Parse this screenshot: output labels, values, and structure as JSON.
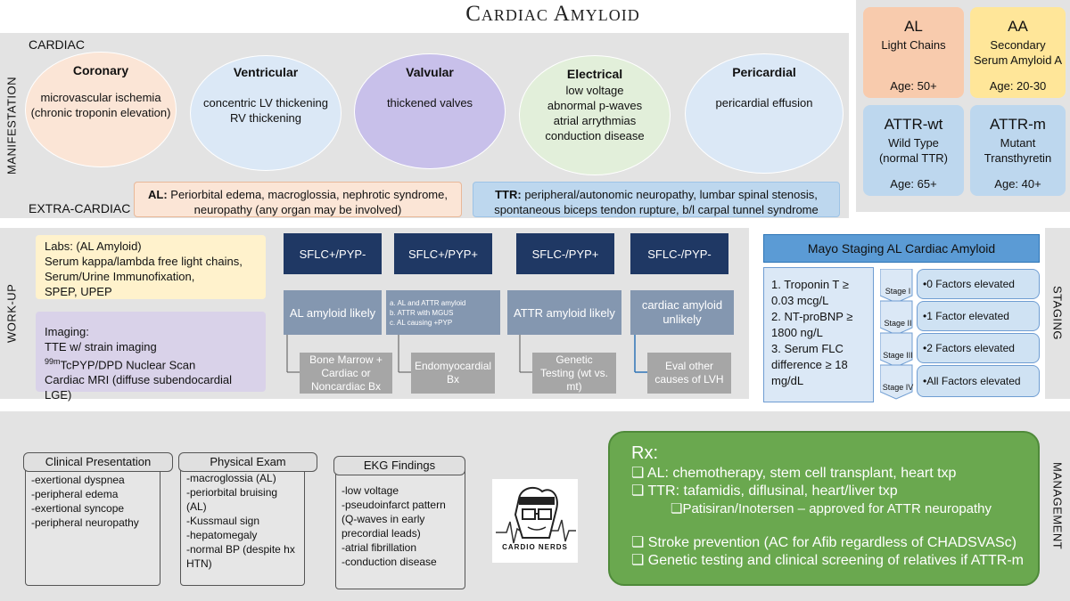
{
  "title": "Cardiac Amyloid",
  "manifestation": {
    "side_label": "MANIFESTATION",
    "cardiac_label": "CARDIAC",
    "extra_label": "EXTRA-CARDIAC",
    "ellipses": [
      {
        "title": "Coronary",
        "lines": [
          "microvascular ischemia",
          "(chronic troponin elevation)"
        ],
        "color": "#fbe5d6"
      },
      {
        "title": "Ventricular",
        "lines": [
          "concentric LV thickening",
          "RV thickening"
        ],
        "color": "#dbe8f6"
      },
      {
        "title": "Valvular",
        "lines": [
          "thickened valves"
        ],
        "color": "#c8c0ea"
      },
      {
        "title": "Electrical",
        "lines": [
          "low voltage",
          "abnormal p-waves",
          "atrial arrythmias",
          "conduction disease"
        ],
        "color": "#e2efda"
      },
      {
        "title": "Pericardial",
        "lines": [
          "pericardial effusion"
        ],
        "color": "#dbe8f6"
      }
    ],
    "al_note": {
      "bold": "AL:",
      "text1": " Periorbital edema, macroglossia, nephrotic syndrome,",
      "text2": "neuropathy (any organ may be involved)"
    },
    "ttr_note": {
      "bold": "TTR:",
      "text1": " peripheral/autonomic neuropathy, lumbar spinal stenosis,",
      "text2": "spontaneous biceps tendon rupture, b/l carpal tunnel syndrome"
    }
  },
  "types": [
    {
      "name": "AL",
      "sub1": "Light Chains",
      "sub2": "",
      "age": "Age: 50+",
      "color": "#f8cbad"
    },
    {
      "name": "AA",
      "sub1": "Secondary",
      "sub2": "Serum Amyloid A",
      "age": "Age: 20-30",
      "color": "#ffe699"
    },
    {
      "name": "ATTR-wt",
      "sub1": "Wild Type",
      "sub2": "(normal TTR)",
      "age": "Age: 65+",
      "color": "#bdd7ee"
    },
    {
      "name": "ATTR-m",
      "sub1": "Mutant",
      "sub2": "Transthyretin",
      "age": "Age: 40+",
      "color": "#bdd7ee"
    }
  ],
  "workup": {
    "side_label": "WORK-UP",
    "labs": {
      "title": "Labs:",
      "title_rest": " (AL Amyloid)",
      "lines": [
        "Serum kappa/lambda free light chains,",
        "Serum/Urine Immunofixation,",
        "SPEP, UPEP"
      ]
    },
    "imaging": {
      "title": "Imaging:",
      "line1": "TTE w/ strain imaging",
      "sup": "99m",
      "line2": "TcPYP/DPD Nuclear Scan",
      "line3": "Cardiac MRI (diffuse subendocardial LGE)"
    },
    "columns": [
      {
        "test": "SFLC+/PYP-",
        "result": "AL amyloid likely",
        "next": "Bone Marrow + Cardiac or Noncardiac Bx"
      },
      {
        "test": "SFLC+/PYP+",
        "result_list": [
          "a. AL and ATTR amyloid",
          "b. ATTR with MGUS",
          "c. AL causing +PYP"
        ],
        "next": "Endomyocardial Bx"
      },
      {
        "test": "SFLC-/PYP+",
        "result": "ATTR amyloid likely",
        "next": "Genetic Testing (wt vs. mt)"
      },
      {
        "test": "SFLC-/PYP-",
        "result": "cardiac amyloid unlikely",
        "next": "Eval other causes of LVH"
      }
    ]
  },
  "staging": {
    "side_label": "STAGING",
    "title": "Mayo Staging AL Cardiac Amyloid",
    "criteria": [
      "1.  Troponin T ≥ 0.03 mcg/L",
      "2.  NT-proBNP ≥ 1800 ng/L",
      "3.  Serum FLC difference ≥ 18 mg/dL"
    ],
    "stages": [
      {
        "label": "Stage I",
        "text": "•0 Factors elevated"
      },
      {
        "label": "Stage II",
        "text": "•1 Factor elevated"
      },
      {
        "label": "Stage III",
        "text": "•2 Factors elevated"
      },
      {
        "label": "Stage IV",
        "text": "•All Factors elevated"
      }
    ]
  },
  "management": {
    "side_label": "MANAGEMENT",
    "clinical": {
      "title": "Clinical Presentation",
      "items": [
        "-exertional dyspnea",
        "-peripheral edema",
        "-exertional syncope",
        "-peripheral neuropathy"
      ]
    },
    "exam": {
      "title": "Physical Exam",
      "items": [
        "-macroglossia (AL)",
        "-periorbital bruising",
        "(AL)",
        "-Kussmaul sign",
        "-hepatomegaly",
        "-normal BP (despite hx",
        "HTN)"
      ]
    },
    "ekg": {
      "title": "EKG Findings",
      "items": [
        "-low voltage",
        "-pseudoinfarct pattern",
        "(Q-waves in early",
        "precordial leads)",
        "-atrial fibrillation",
        "-conduction disease"
      ]
    },
    "logo_text": "CARDIO NERDS",
    "rx": {
      "title": "Rx:",
      "items": [
        "❏ AL: chemotherapy, stem cell transplant, heart txp",
        "❏ TTR: tafamidis, diflusinal, heart/liver txp",
        "❏Patisiran/Inotersen – approved for ATTR neuropathy",
        "❏ Stroke prevention (AC for Afib regardless of CHADSVASc)",
        "❏ Genetic testing and clinical screening of relatives  if ATTR-m"
      ],
      "color": "#6aa84f"
    }
  }
}
